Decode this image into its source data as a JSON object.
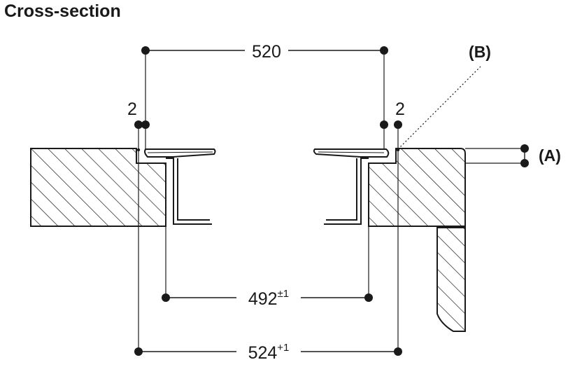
{
  "title": "Cross-section",
  "dimensions": {
    "top": "520",
    "gap_left": "2",
    "gap_right": "2",
    "inner": {
      "value": "492",
      "tolerance": "±1"
    },
    "outer": {
      "value": "524",
      "tolerance": "+1"
    }
  },
  "callouts": {
    "a": "(A)",
    "b": "(B)"
  },
  "colors": {
    "ink": "#1a1a1a",
    "background": "#ffffff"
  }
}
